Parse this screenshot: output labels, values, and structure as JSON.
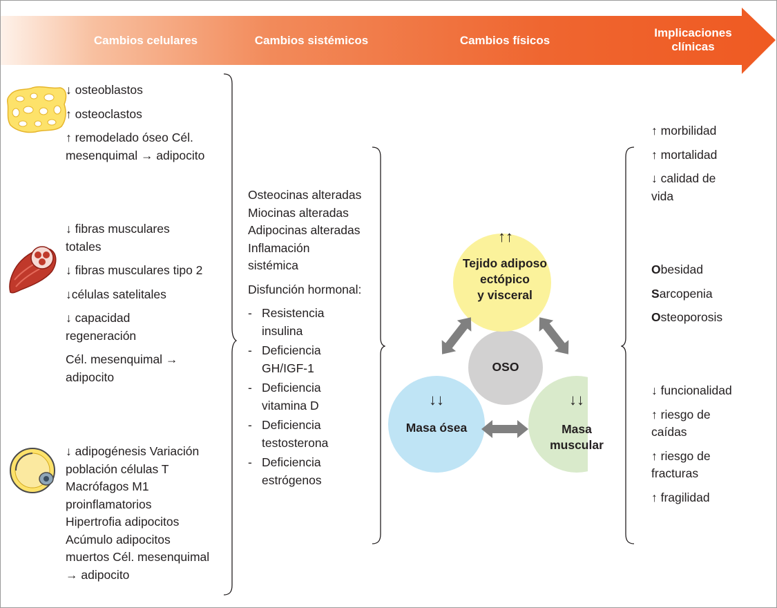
{
  "header": {
    "col1": "Cambios celulares",
    "col2": "Cambios sistémicos",
    "col3": "Cambios físicos",
    "col4_line1": "Implicaciones",
    "col4_line2": "clínicas"
  },
  "cellular": {
    "bone": [
      "↓ osteoblastos",
      "↑ osteoclastos",
      "↑ remodelado óseo Cél.",
      "mesenquimal → adipocito"
    ],
    "muscle": [
      "↓ fibras musculares",
      "totales",
      "↓ fibras musculares tipo 2",
      "↓células satelitales",
      "↓ capacidad",
      "regeneración",
      "Cél. mesenquimal →",
      "adipocito"
    ],
    "adipose": [
      "↓ adipogénesis Variación",
      "población células T",
      "Macrófagos M1",
      "proinflamatorios",
      "Hipertrofia adipocitos",
      "Acúmulo adipocitos",
      "muertos Cél. mesenquimal",
      "→ adipocito"
    ]
  },
  "systemic": {
    "block1": [
      "Osteocinas alteradas",
      "Miocinas alteradas",
      "Adipocinas alteradas",
      "Inflamación",
      "sistémica"
    ],
    "hormonal_title": "Disfunción hormonal:",
    "hormonal": [
      [
        "Resistencia",
        "insulina"
      ],
      [
        "Deficiencia",
        "GH/IGF-1"
      ],
      [
        "Deficiencia",
        "vitamina D"
      ],
      [
        "Deficiencia",
        "testosterona"
      ],
      [
        "Deficiencia",
        "estrógenos"
      ]
    ],
    "dash": "-"
  },
  "physical": {
    "adipose_arrows": "↑↑",
    "adipose_label": [
      "Tejido adiposo",
      "ectópico",
      "y visceral"
    ],
    "center": "OSO",
    "bone_arrows": "↓↓",
    "bone_label": "Masa ósea",
    "muscle_arrows": "↓↓",
    "muscle_label": [
      "Masa",
      "muscular"
    ],
    "colors": {
      "adipose": "#fbf29b",
      "bone": "#bfe4f5",
      "muscle": "#d9eacb",
      "center": "#d2d1d1",
      "arrow": "#808080"
    }
  },
  "clinical": {
    "group1": [
      "↑ morbilidad",
      "↑ mortalidad",
      "↓ calidad de",
      "vida"
    ],
    "oso": [
      {
        "initial": "O",
        "rest": "besidad"
      },
      {
        "initial": "S",
        "rest": "arcopenia"
      },
      {
        "initial": "O",
        "rest": "steoporosis"
      }
    ],
    "group2": [
      "↓ funcionalidad",
      "↑ riesgo de",
      "caídas",
      "↑ riesgo de",
      "fracturas",
      "↑ fragilidad"
    ]
  },
  "colors": {
    "banner_start": "#fde9dd",
    "banner_mid": "#f39b6a",
    "banner_end": "#ef5a22"
  }
}
